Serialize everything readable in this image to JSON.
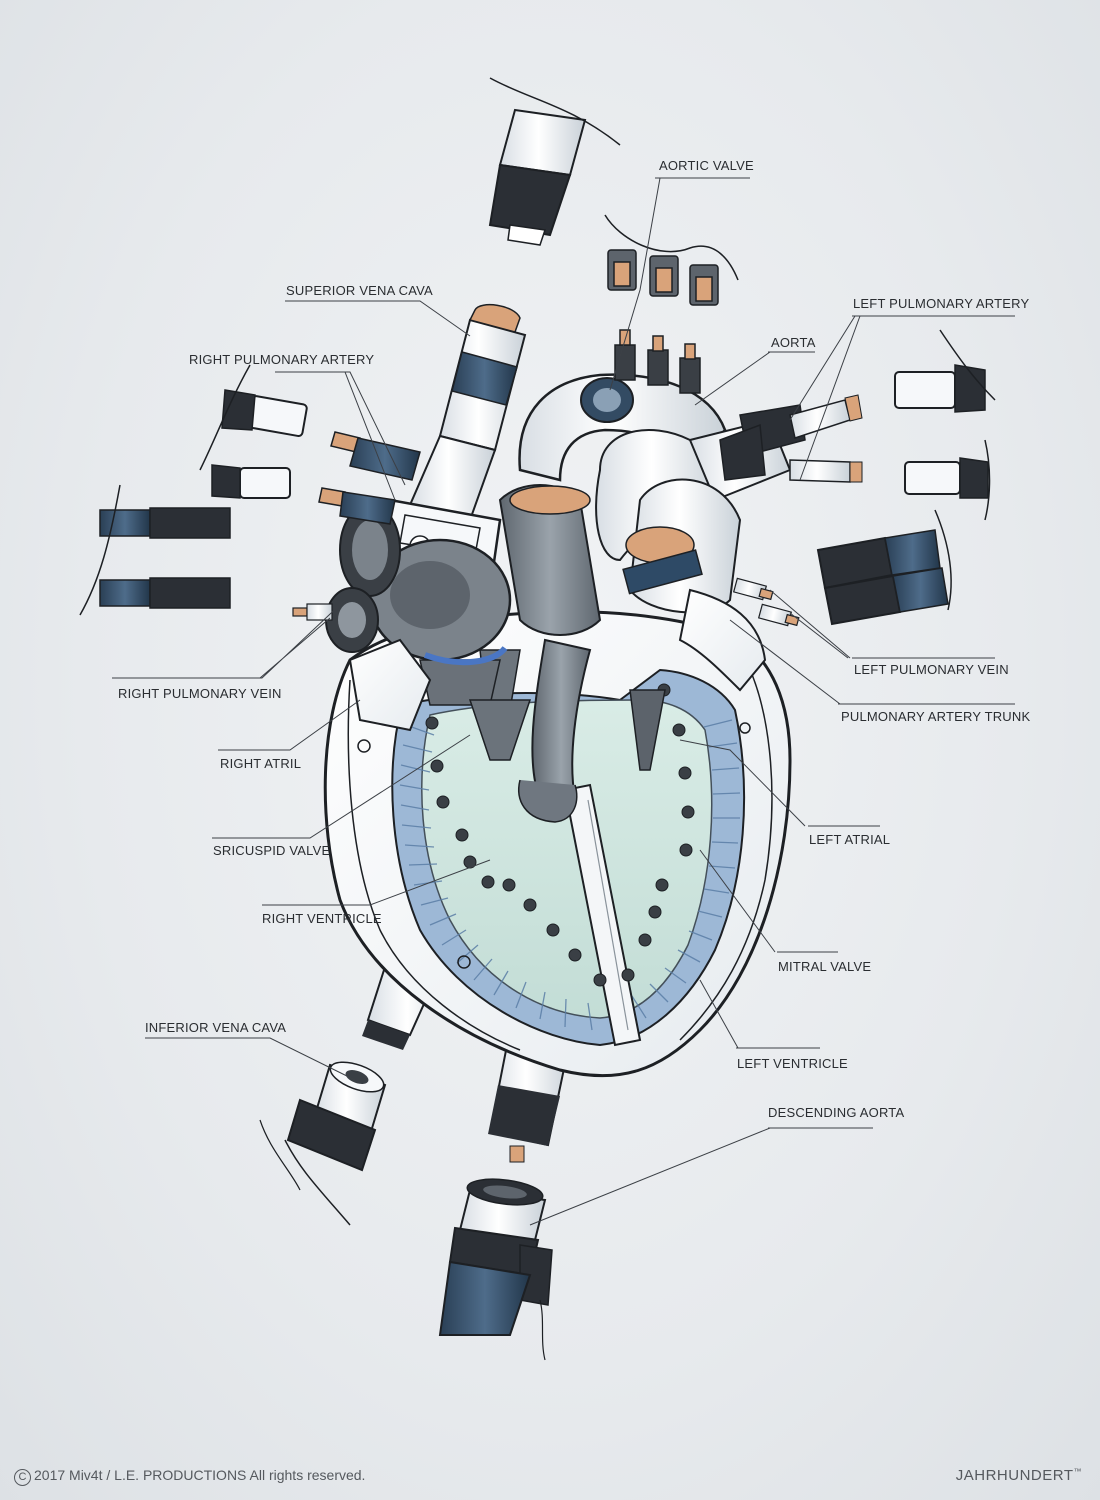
{
  "labels": {
    "aortic_valve": "AORTIC VALVE",
    "superior_vena_cava": "SUPERIOR VENA CAVA",
    "left_pulmonary_artery": "LEFT PULMONARY ARTERY",
    "aorta": "AORTA",
    "right_pulmonary_artery": "RIGHT PULMONARY ARTERY",
    "right_pulmonary_vein": "RIGHT PULMONARY VEIN",
    "left_pulmonary_vein": "LEFT PULMONARY VEIN",
    "pulmonary_artery_trunk": "PULMONARY ARTERY TRUNK",
    "right_atril": "RIGHT ATRIL",
    "left_atrial": "LEFT ATRIAL",
    "sricuspid_valve": "SRICUSPID VALVE",
    "right_ventricle": "RIGHT VENTRICLE",
    "mitral_valve": "MITRAL VALVE",
    "inferior_vena_cava": "INFERIOR VENA CAVA",
    "left_ventricle": "LEFT VENTRICLE",
    "descending_aorta": "DESCENDING AORTA"
  },
  "footer": {
    "copyright_symbol": "C",
    "copyright": "2017 Miv4t / L.E.  PRODUCTIONS  All rights reserved.",
    "brand": "JAHRHUNDERT",
    "trademark": "™"
  },
  "colors": {
    "background": "#e7eaed",
    "shell": "#fbfcfd",
    "chamber_fill": "#cfe6e0",
    "muscle_blue": "#9db8d6",
    "dark_navy": "#2e4a66",
    "steel_grey": "#7d858d",
    "copper": "#d9a37a",
    "ink": "#1d2024"
  }
}
